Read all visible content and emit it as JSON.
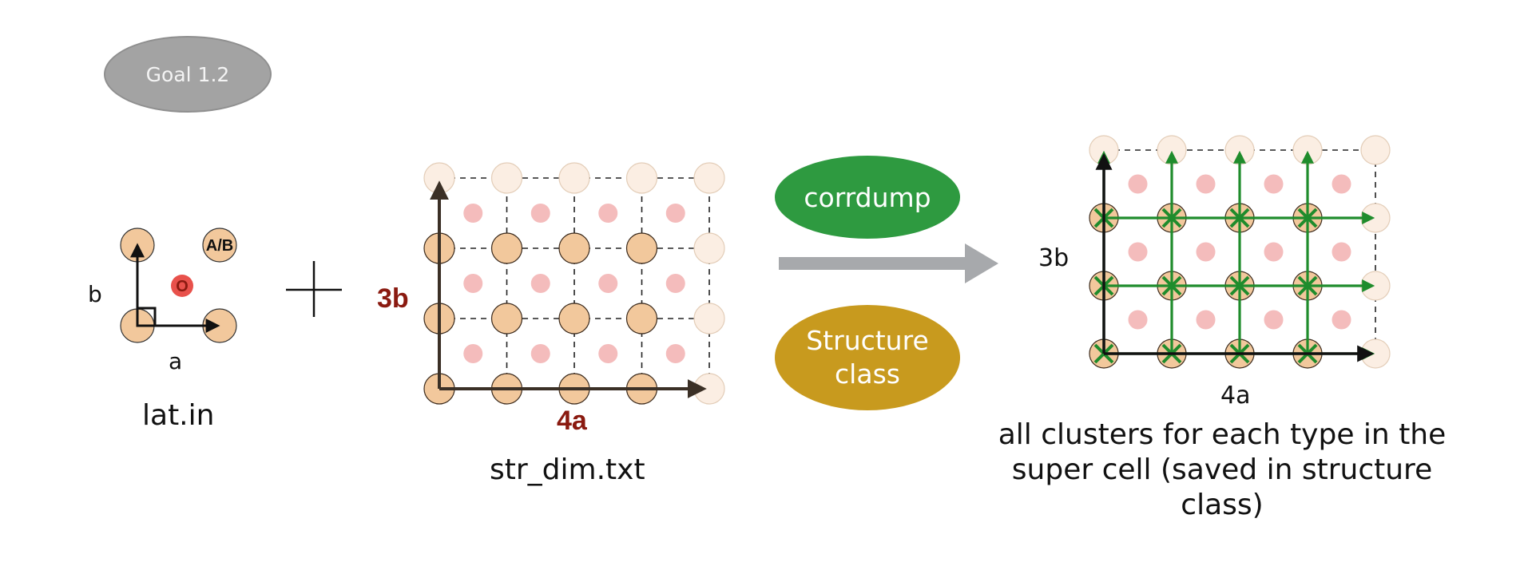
{
  "goal_label": "Goal 1.2",
  "lattice": {
    "site_AB_label": "A/B",
    "site_O_label": "O",
    "axis_a": "a",
    "axis_b": "b",
    "file_label": "lat.in"
  },
  "supercell_input": {
    "axis_x": "4a",
    "axis_y": "3b",
    "file_label": "str_dim.txt"
  },
  "process": {
    "corrdump_label": "corrdump",
    "structure_class_label": "Structure class"
  },
  "supercell_output": {
    "axis_x": "4a",
    "axis_y": "3b",
    "caption": "all clusters for each type in the super cell (saved in structure class)"
  },
  "colors": {
    "site_fill": "#f2c89c",
    "site_faded": "#fbeee3",
    "o_site": "#f4bcbc",
    "o_site_strong": "#e8514b",
    "cluster_green": "#1f8c2c",
    "arrow_gray": "#a7a9ac",
    "axis_red": "#8a1a10"
  }
}
